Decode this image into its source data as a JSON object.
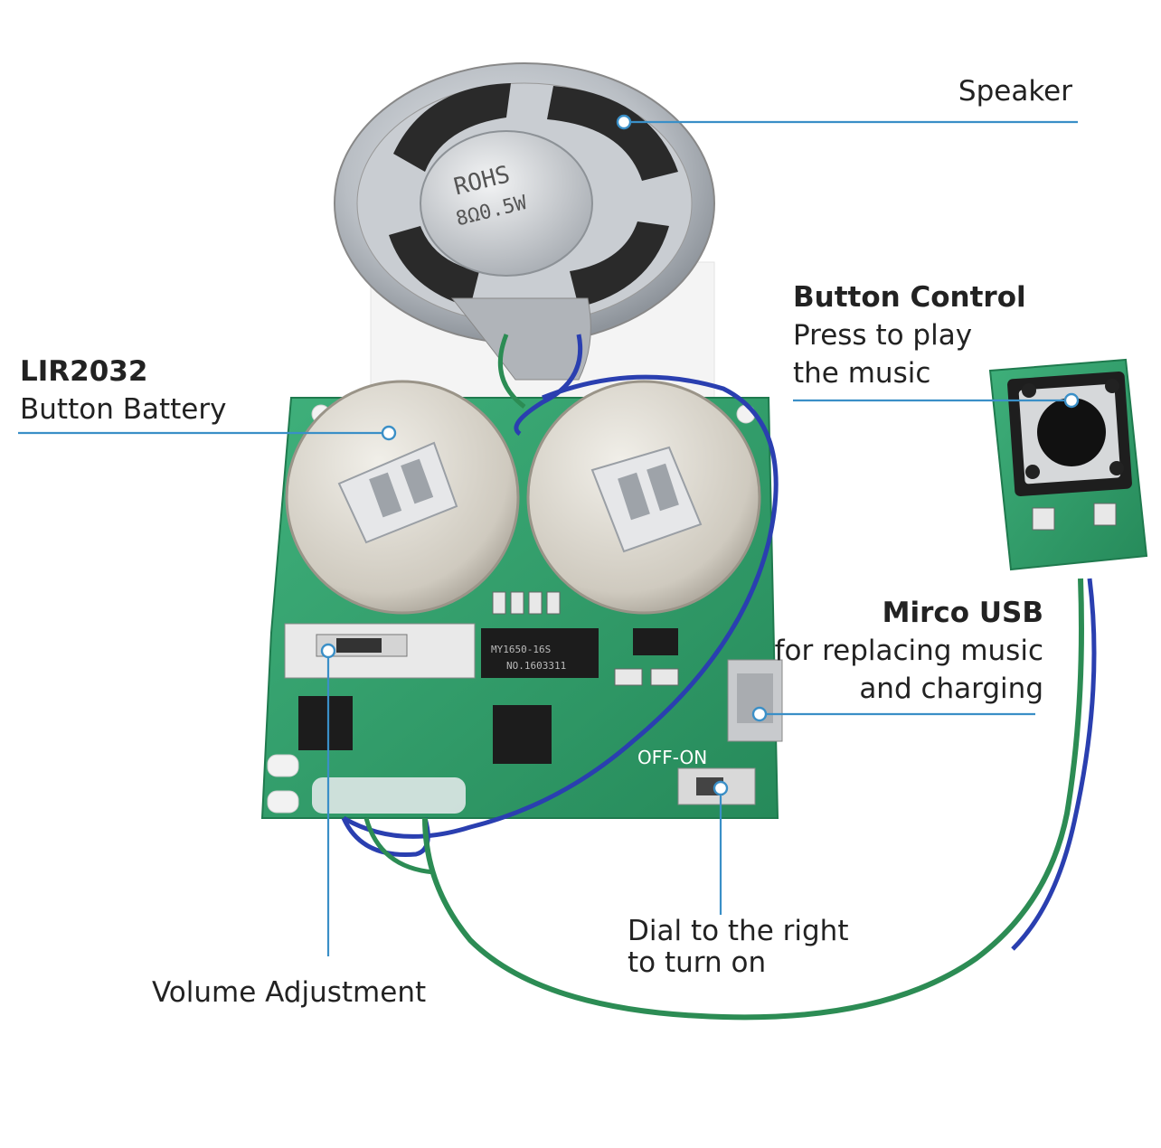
{
  "callouts": {
    "speaker": {
      "title": "Speaker"
    },
    "battery": {
      "title": "LIR2032",
      "subtitle": "Button Battery"
    },
    "button_control": {
      "title": "Button Control",
      "line1": "Press to play",
      "line2": "the music"
    },
    "usb": {
      "title": "Mirco USB",
      "line1": "for replacing music",
      "line2": "and charging"
    },
    "volume": {
      "title": "Volume Adjustment"
    },
    "power_switch": {
      "line1": "Dial to the right",
      "line2": "to turn on"
    }
  },
  "component_marks": {
    "speaker_text1": "ROHS",
    "speaker_text2": "8Ω0.5W",
    "chip_text1": "MY1650-16S",
    "chip_text2": "NO.1603311",
    "switch_text": "OFF-ON"
  },
  "colors": {
    "leader_line": "#3a8fc7",
    "pcb": "#2e9e6a",
    "wire_blue": "#2a3fb0",
    "wire_green": "#2c8c54"
  }
}
